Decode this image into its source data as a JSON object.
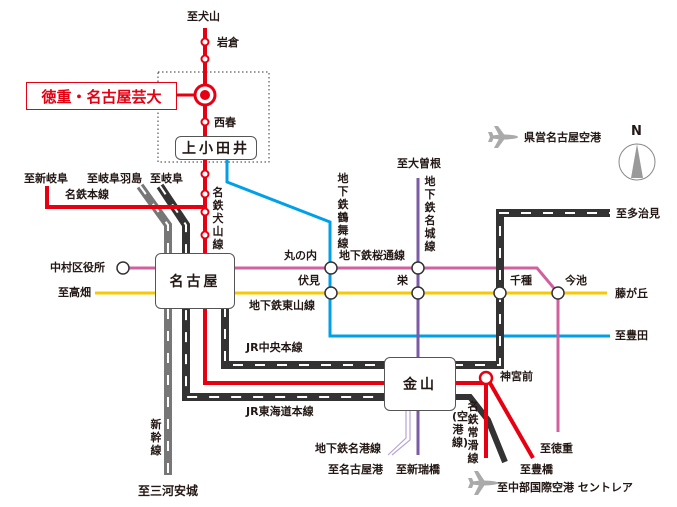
{
  "colors": {
    "meitetsu": "#e60012",
    "tsurumai": "#00a0e9",
    "sakuradori": "#d0609e",
    "higashiyama": "#f8c800",
    "meijo": "#7b5aa6",
    "meiko": "#b9a4d6",
    "jr": "#333333",
    "shinkansen": "#777777",
    "airport": "#aaaaaa"
  },
  "highlight_station": {
    "label": "徳重・名古屋芸大"
  },
  "major_stations": {
    "kamiotai": "上小田井",
    "nagoya": "名古屋",
    "kanayama": "金山"
  },
  "stations": {
    "iwakura": "岩倉",
    "nishiharu": "西春",
    "marunouchi": "丸の内",
    "fushimi": "伏見",
    "sakae": "栄",
    "chikusa": "千種",
    "imaike": "今池",
    "nakamura_kuyakusho": "中村区役所",
    "jingumae": "神宮前"
  },
  "destinations": {
    "inuyama": "至犬山",
    "shingifu": "至新岐阜",
    "gifu_hashima": "至岐阜羽島",
    "gifu": "至岐阜",
    "ozone": "至大曽根",
    "tajimi": "至多治見",
    "takabata": "至高畑",
    "fujigaoka": "藤が丘",
    "toyota": "至豊田",
    "tokushige": "至徳重",
    "toyohashi": "至豊橋",
    "nagoyako": "至名古屋港",
    "shinmizuhashi": "至新瑞橋",
    "mikawaanjo": "至三河安城",
    "centrair": "至中部国際空港 セントレア"
  },
  "lines": {
    "meitetsu_honsen": "名鉄本線",
    "meitetsu_inuyama": "名鉄犬山線",
    "tsurumai": "地下鉄鶴舞線",
    "meijo": "地下鉄名城線",
    "sakuradori": "地下鉄桜通線",
    "higashiyama": "地下鉄東山線",
    "jr_chuo": "JR中央本線",
    "jr_tokaido": "JR東海道本線",
    "shinkansen": "新幹線",
    "meiko": "地下鉄名港線",
    "tokoname": "名鉄常滑線",
    "airport_line": "(空港線)"
  },
  "airport": {
    "label": "県営名古屋空港"
  },
  "compass": {
    "label": "N"
  }
}
